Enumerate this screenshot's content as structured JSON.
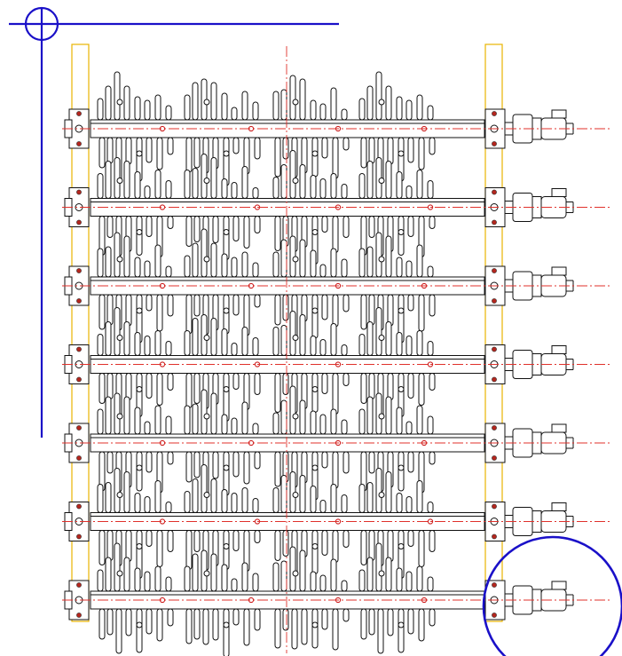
{
  "drawing": {
    "kind": "mechanical-layout",
    "colors": {
      "outline": "#111111",
      "centerline": "#e0312b",
      "frame_rail": "#e8b400",
      "markup": "#1a10c8",
      "bolt": "#b5261e"
    },
    "assembly": {
      "shaft_count": 7,
      "tine_groups_per_shaft": 4,
      "motor_side": "right",
      "bearing_blocks_per_shaft": 2
    },
    "markup_annotations": [
      {
        "shape": "crosshair-circle",
        "location": "top-left"
      },
      {
        "shape": "circle",
        "location": "bottom-right"
      }
    ],
    "icons": [
      "gear-motor-icon",
      "bearing-block-icon"
    ]
  }
}
